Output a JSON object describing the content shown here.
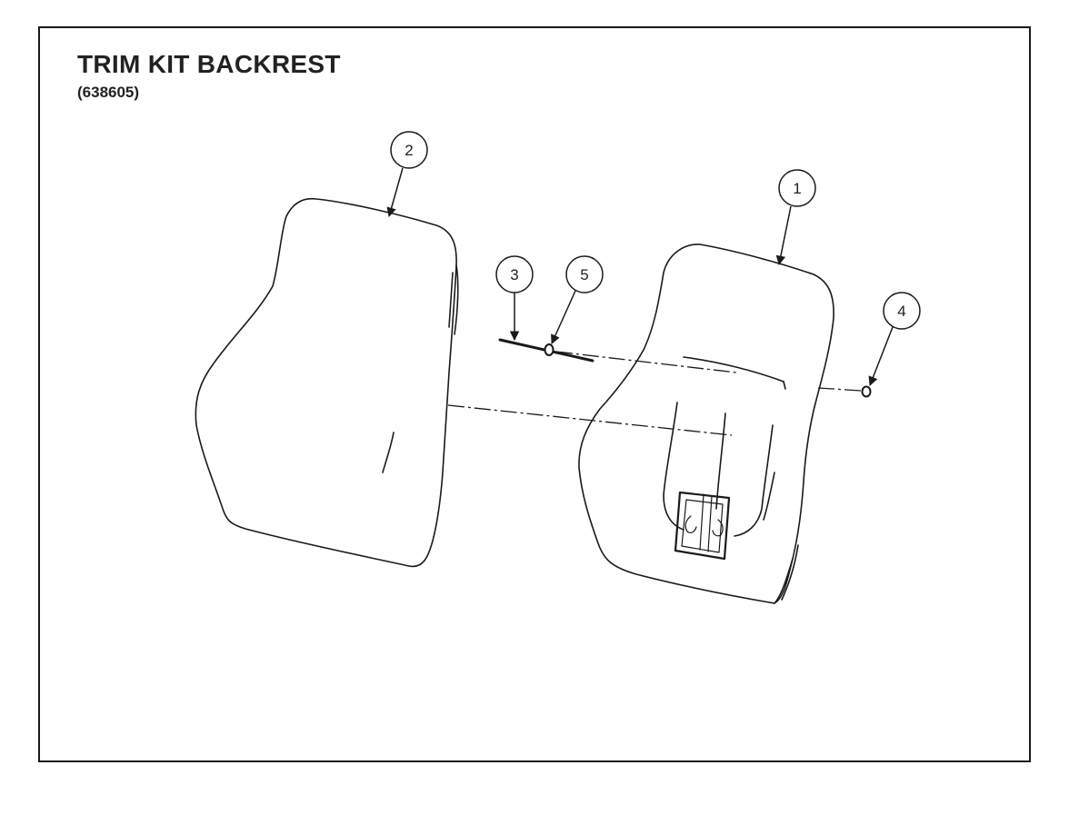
{
  "header": {
    "title": "TRIM KIT BACKREST",
    "part_number": "(638605)"
  },
  "callouts": [
    {
      "id": "callout-1",
      "label": "1",
      "part": "backrest-cushion-front"
    },
    {
      "id": "callout-2",
      "label": "2",
      "part": "backrest-panel-rear"
    },
    {
      "id": "callout-3",
      "label": "3",
      "part": "rod"
    },
    {
      "id": "callout-4",
      "label": "4",
      "part": "small-fastener"
    },
    {
      "id": "callout-5",
      "label": "5",
      "part": "ring"
    }
  ],
  "colors": {
    "line": "#1a1a1a",
    "background": "#ffffff"
  }
}
